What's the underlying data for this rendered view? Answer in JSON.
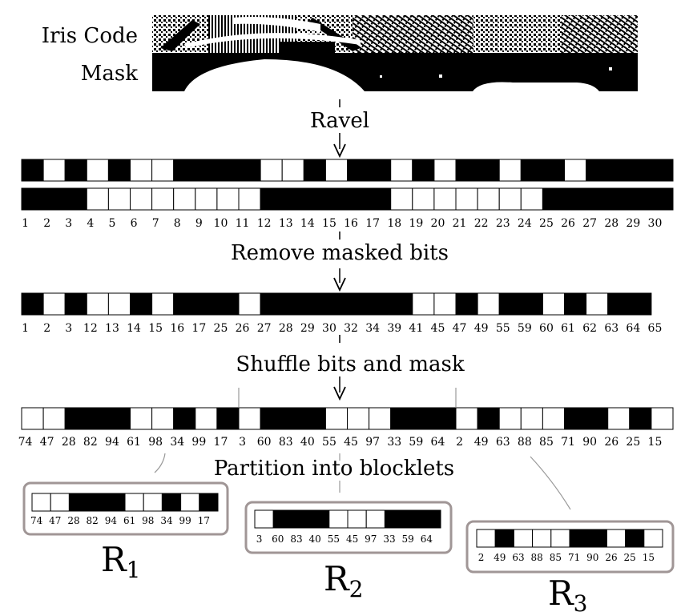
{
  "labels": {
    "iris_code": "Iris Code",
    "mask": "Mask"
  },
  "steps": {
    "ravel": "Ravel",
    "remove": "Remove masked bits",
    "shuffle": "Shuffle bits and mask",
    "partition": "Partition into blocklets"
  },
  "colors": {
    "black": "#000000",
    "white": "#ffffff",
    "frame": "#a09696",
    "guide": "#999999"
  },
  "raveled": {
    "code_bits": [
      1,
      0,
      1,
      0,
      1,
      0,
      0,
      1,
      1,
      1,
      1,
      0,
      0,
      1,
      0,
      1,
      1,
      0,
      1,
      0,
      1,
      1,
      0,
      1,
      1,
      0,
      1,
      1,
      1,
      1
    ],
    "mask_bits": [
      1,
      1,
      1,
      0,
      0,
      0,
      0,
      0,
      0,
      0,
      0,
      1,
      1,
      1,
      1,
      1,
      1,
      0,
      0,
      0,
      0,
      0,
      0,
      0,
      1,
      1,
      1,
      1,
      1,
      1
    ],
    "indices": [
      "1",
      "2",
      "3",
      "4",
      "5",
      "6",
      "7",
      "8",
      "9",
      "10",
      "11",
      "12",
      "13",
      "14",
      "15",
      "16",
      "17",
      "18",
      "19",
      "20",
      "21",
      "22",
      "23",
      "24",
      "25",
      "26",
      "27",
      "28",
      "29",
      "30"
    ]
  },
  "unmasked": {
    "bits": [
      1,
      0,
      1,
      0,
      0,
      1,
      0,
      1,
      1,
      1,
      0,
      1,
      1,
      1,
      1,
      1,
      1,
      1,
      0,
      0,
      1,
      0,
      1,
      1,
      0,
      1,
      0,
      1,
      1
    ],
    "indices": [
      "1",
      "2",
      "3",
      "12",
      "13",
      "14",
      "15",
      "16",
      "17",
      "25",
      "26",
      "27",
      "28",
      "29",
      "30",
      "32",
      "34",
      "39",
      "41",
      "45",
      "47",
      "49",
      "55",
      "59",
      "60",
      "61",
      "62",
      "63",
      "64",
      "65"
    ]
  },
  "shuffled": {
    "bits": [
      0,
      0,
      1,
      1,
      1,
      0,
      0,
      1,
      0,
      1,
      0,
      1,
      1,
      1,
      0,
      0,
      0,
      1,
      1,
      1,
      0,
      1,
      0,
      0,
      0,
      1,
      1,
      0,
      1,
      0
    ],
    "indices": [
      "74",
      "47",
      "28",
      "82",
      "94",
      "61",
      "98",
      "34",
      "99",
      "17",
      "3",
      "60",
      "83",
      "40",
      "55",
      "45",
      "97",
      "33",
      "59",
      "64",
      "2",
      "49",
      "63",
      "88",
      "85",
      "71",
      "90",
      "26",
      "25",
      "15"
    ]
  },
  "blocklets": [
    {
      "name": "R",
      "subscript": "1",
      "bits": [
        0,
        0,
        1,
        1,
        1,
        0,
        0,
        1,
        0,
        1
      ],
      "indices": [
        "74",
        "47",
        "28",
        "82",
        "94",
        "61",
        "98",
        "34",
        "99",
        "17"
      ]
    },
    {
      "name": "R",
      "subscript": "2",
      "bits": [
        0,
        1,
        1,
        1,
        0,
        0,
        0,
        1,
        1,
        1
      ],
      "indices": [
        "3",
        "60",
        "83",
        "40",
        "55",
        "45",
        "97",
        "33",
        "59",
        "64"
      ]
    },
    {
      "name": "R",
      "subscript": "3",
      "bits": [
        0,
        1,
        0,
        0,
        0,
        1,
        1,
        0,
        1,
        0
      ],
      "indices": [
        "2",
        "49",
        "63",
        "88",
        "85",
        "71",
        "90",
        "26",
        "25",
        "15"
      ]
    }
  ]
}
